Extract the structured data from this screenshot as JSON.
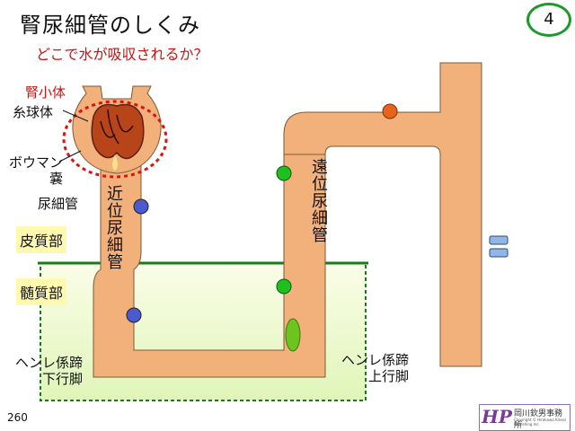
{
  "title": "腎尿細管のしくみ",
  "subtitle": "どこで水が吸収されるか？",
  "slide_number": "4",
  "page_number": "260",
  "labels": {
    "renal_corpuscle": "腎小体",
    "glomerulus": "糸球体",
    "bowman_capsule": "ボウマン\n嚢",
    "renal_tubule": "尿細管",
    "proximal_tubule": "近位尿細管",
    "distal_tubule": "遠位尿細管",
    "cortex": "皮質部",
    "medulla": "髄質部",
    "henle_descending": "ヘンレ係蹄\n下行脚",
    "henle_ascending": "ヘンレ係蹄\n上行脚"
  },
  "logo": {
    "mark": "HP",
    "name": "岡川欽男事務所",
    "copyright": "Copyright © Hirakawa Kinsei Publishing Inc."
  },
  "colors": {
    "tubule": "#f2b07a",
    "tubule_outline": "#7a5a3a",
    "cortex_line": "#1a7a1a",
    "medulla_fill": "#e4f7c4",
    "dot_blue": "#4a5ad0",
    "dot_green": "#1fbf1f",
    "dot_orange": "#e8641a",
    "corpuscle_ring": "#dd1111",
    "glomerulus": "#b8441a"
  },
  "icons": [
    "blue-channel-dot",
    "green-channel-dot",
    "orange-channel-dot",
    "duct-channel"
  ]
}
